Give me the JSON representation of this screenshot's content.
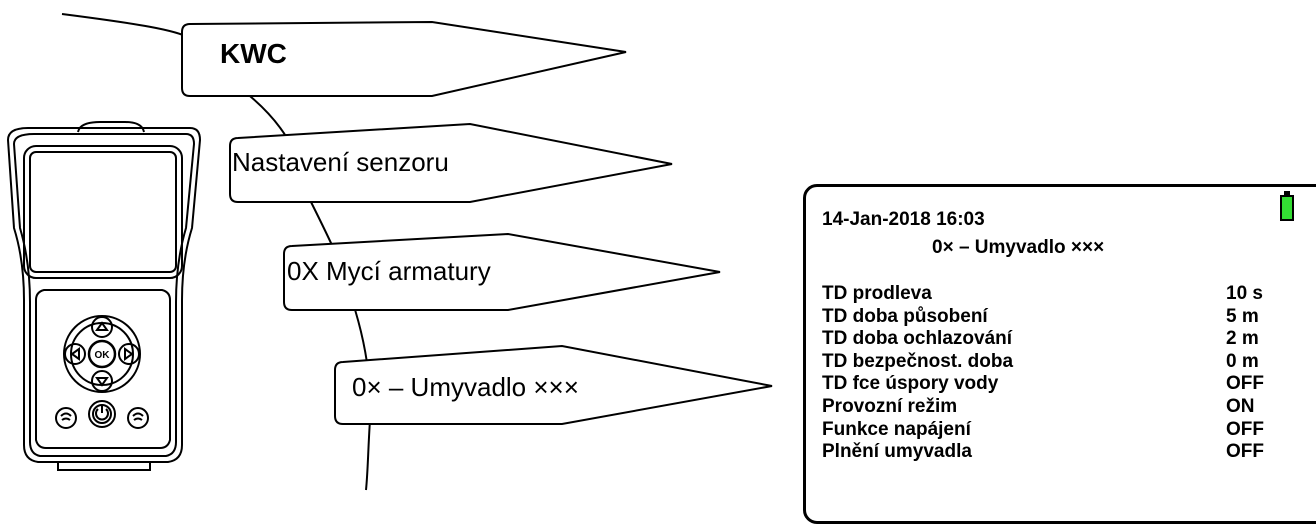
{
  "menu": {
    "title": "KWC",
    "items": [
      "Nastavení senzoru",
      "0X Mycí armatury",
      "0× – Umyvadlo ×××"
    ]
  },
  "device": {
    "ok_label": "OK"
  },
  "screen": {
    "datetime": "14-Jan-2018 16:03",
    "subtitle": "0× – Umyvadlo ×××",
    "battery_color": "#33dd33",
    "rows": [
      {
        "label": "TD prodleva",
        "value": "10 s"
      },
      {
        "label": "TD doba působení",
        "value": "5 m"
      },
      {
        "label": "TD doba ochlazování",
        "value": "2 m"
      },
      {
        "label": "TD bezpečnost. doba",
        "value": "0 m"
      },
      {
        "label": "TD fce úspory vody",
        "value": "OFF"
      },
      {
        "label": "Provozní režim",
        "value": "ON"
      },
      {
        "label": "Funkce napájení",
        "value": "OFF"
      },
      {
        "label": "Plnění umyvadla",
        "value": "OFF"
      }
    ]
  }
}
